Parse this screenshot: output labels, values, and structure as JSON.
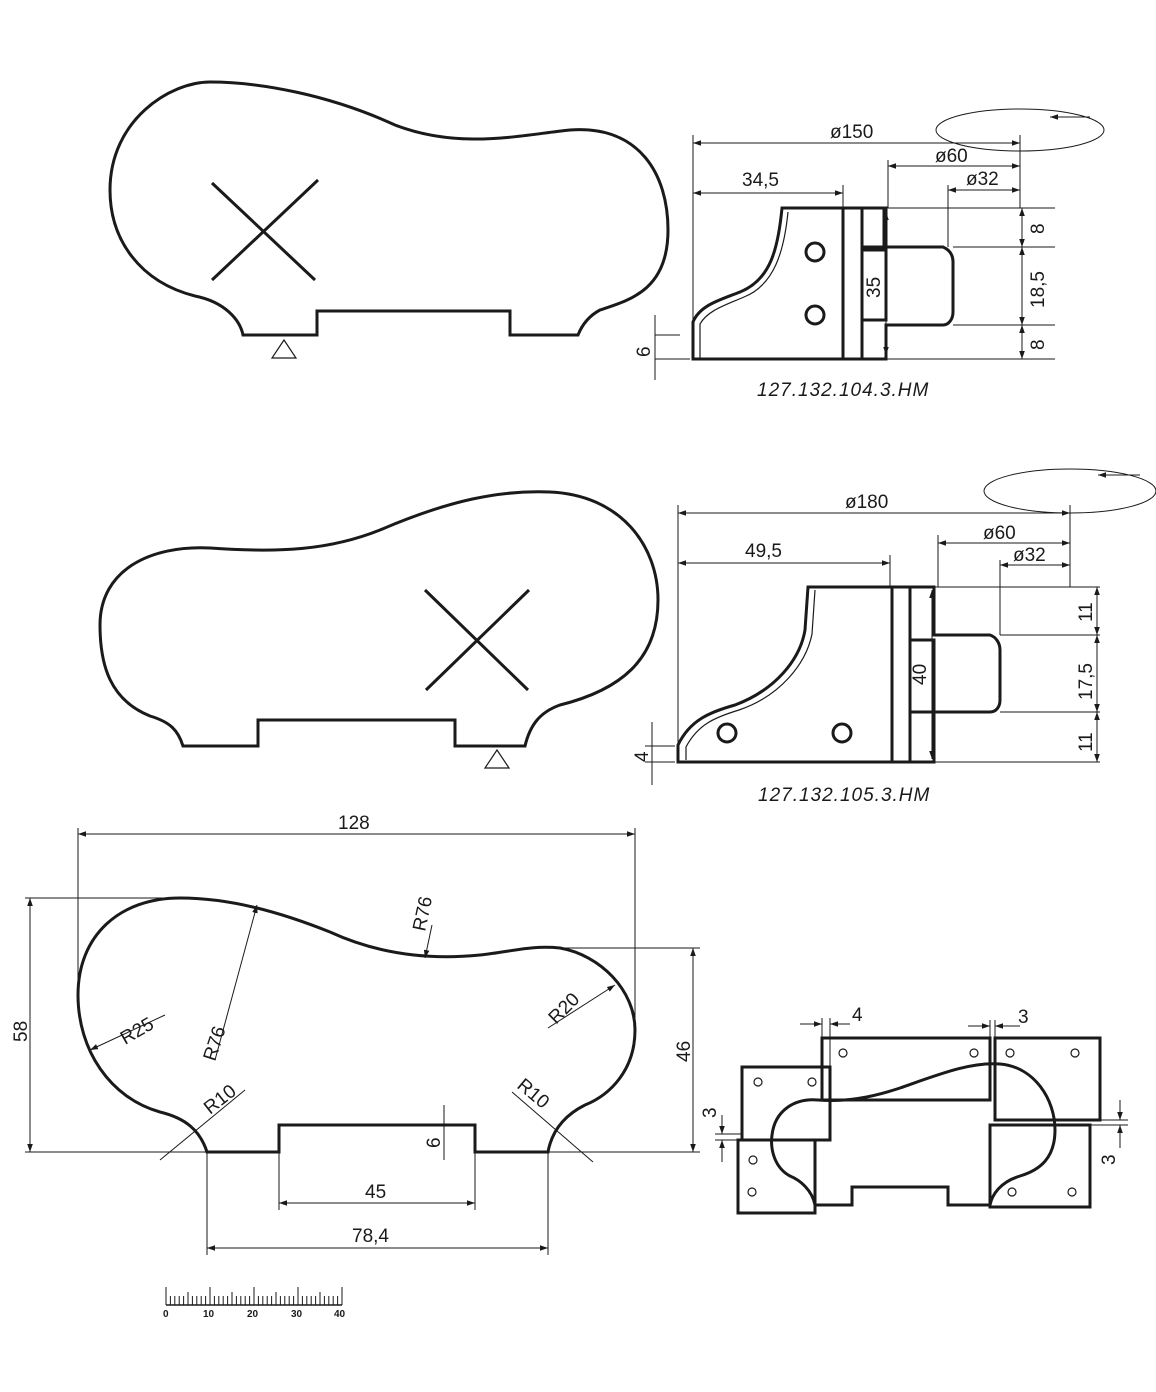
{
  "profile_a": {
    "code": "127.132.104.3.HM",
    "dia_outer": "ø150",
    "dia_mid": "ø60",
    "dia_bore": "ø32",
    "width": "34,5",
    "height": "35",
    "seg_top": "8",
    "seg_mid": "18,5",
    "seg_bot": "8",
    "offset": "6"
  },
  "profile_b": {
    "code": "127.132.105.3.HM",
    "dia_outer": "ø180",
    "dia_mid": "ø60",
    "dia_bore": "ø32",
    "width": "49,5",
    "height": "40",
    "seg_top": "11",
    "seg_mid": "17,5",
    "seg_bot": "11",
    "offset": "4"
  },
  "detail": {
    "overall_width": "128",
    "overall_height": "58",
    "right_height": "46",
    "r_top": "R76",
    "r_inner": "R76",
    "r_left": "R25",
    "r_right": "R20",
    "r_fillet_left": "R10",
    "r_fillet_right": "R10",
    "step": "6",
    "slot_width": "45",
    "base_width": "78,4"
  },
  "clamp": {
    "gap_left": "4",
    "gap_right": "3",
    "left_offset": "3",
    "right_offset": "3"
  },
  "scale_bar": {
    "labels": [
      "0",
      "10",
      "20",
      "30",
      "40"
    ]
  }
}
